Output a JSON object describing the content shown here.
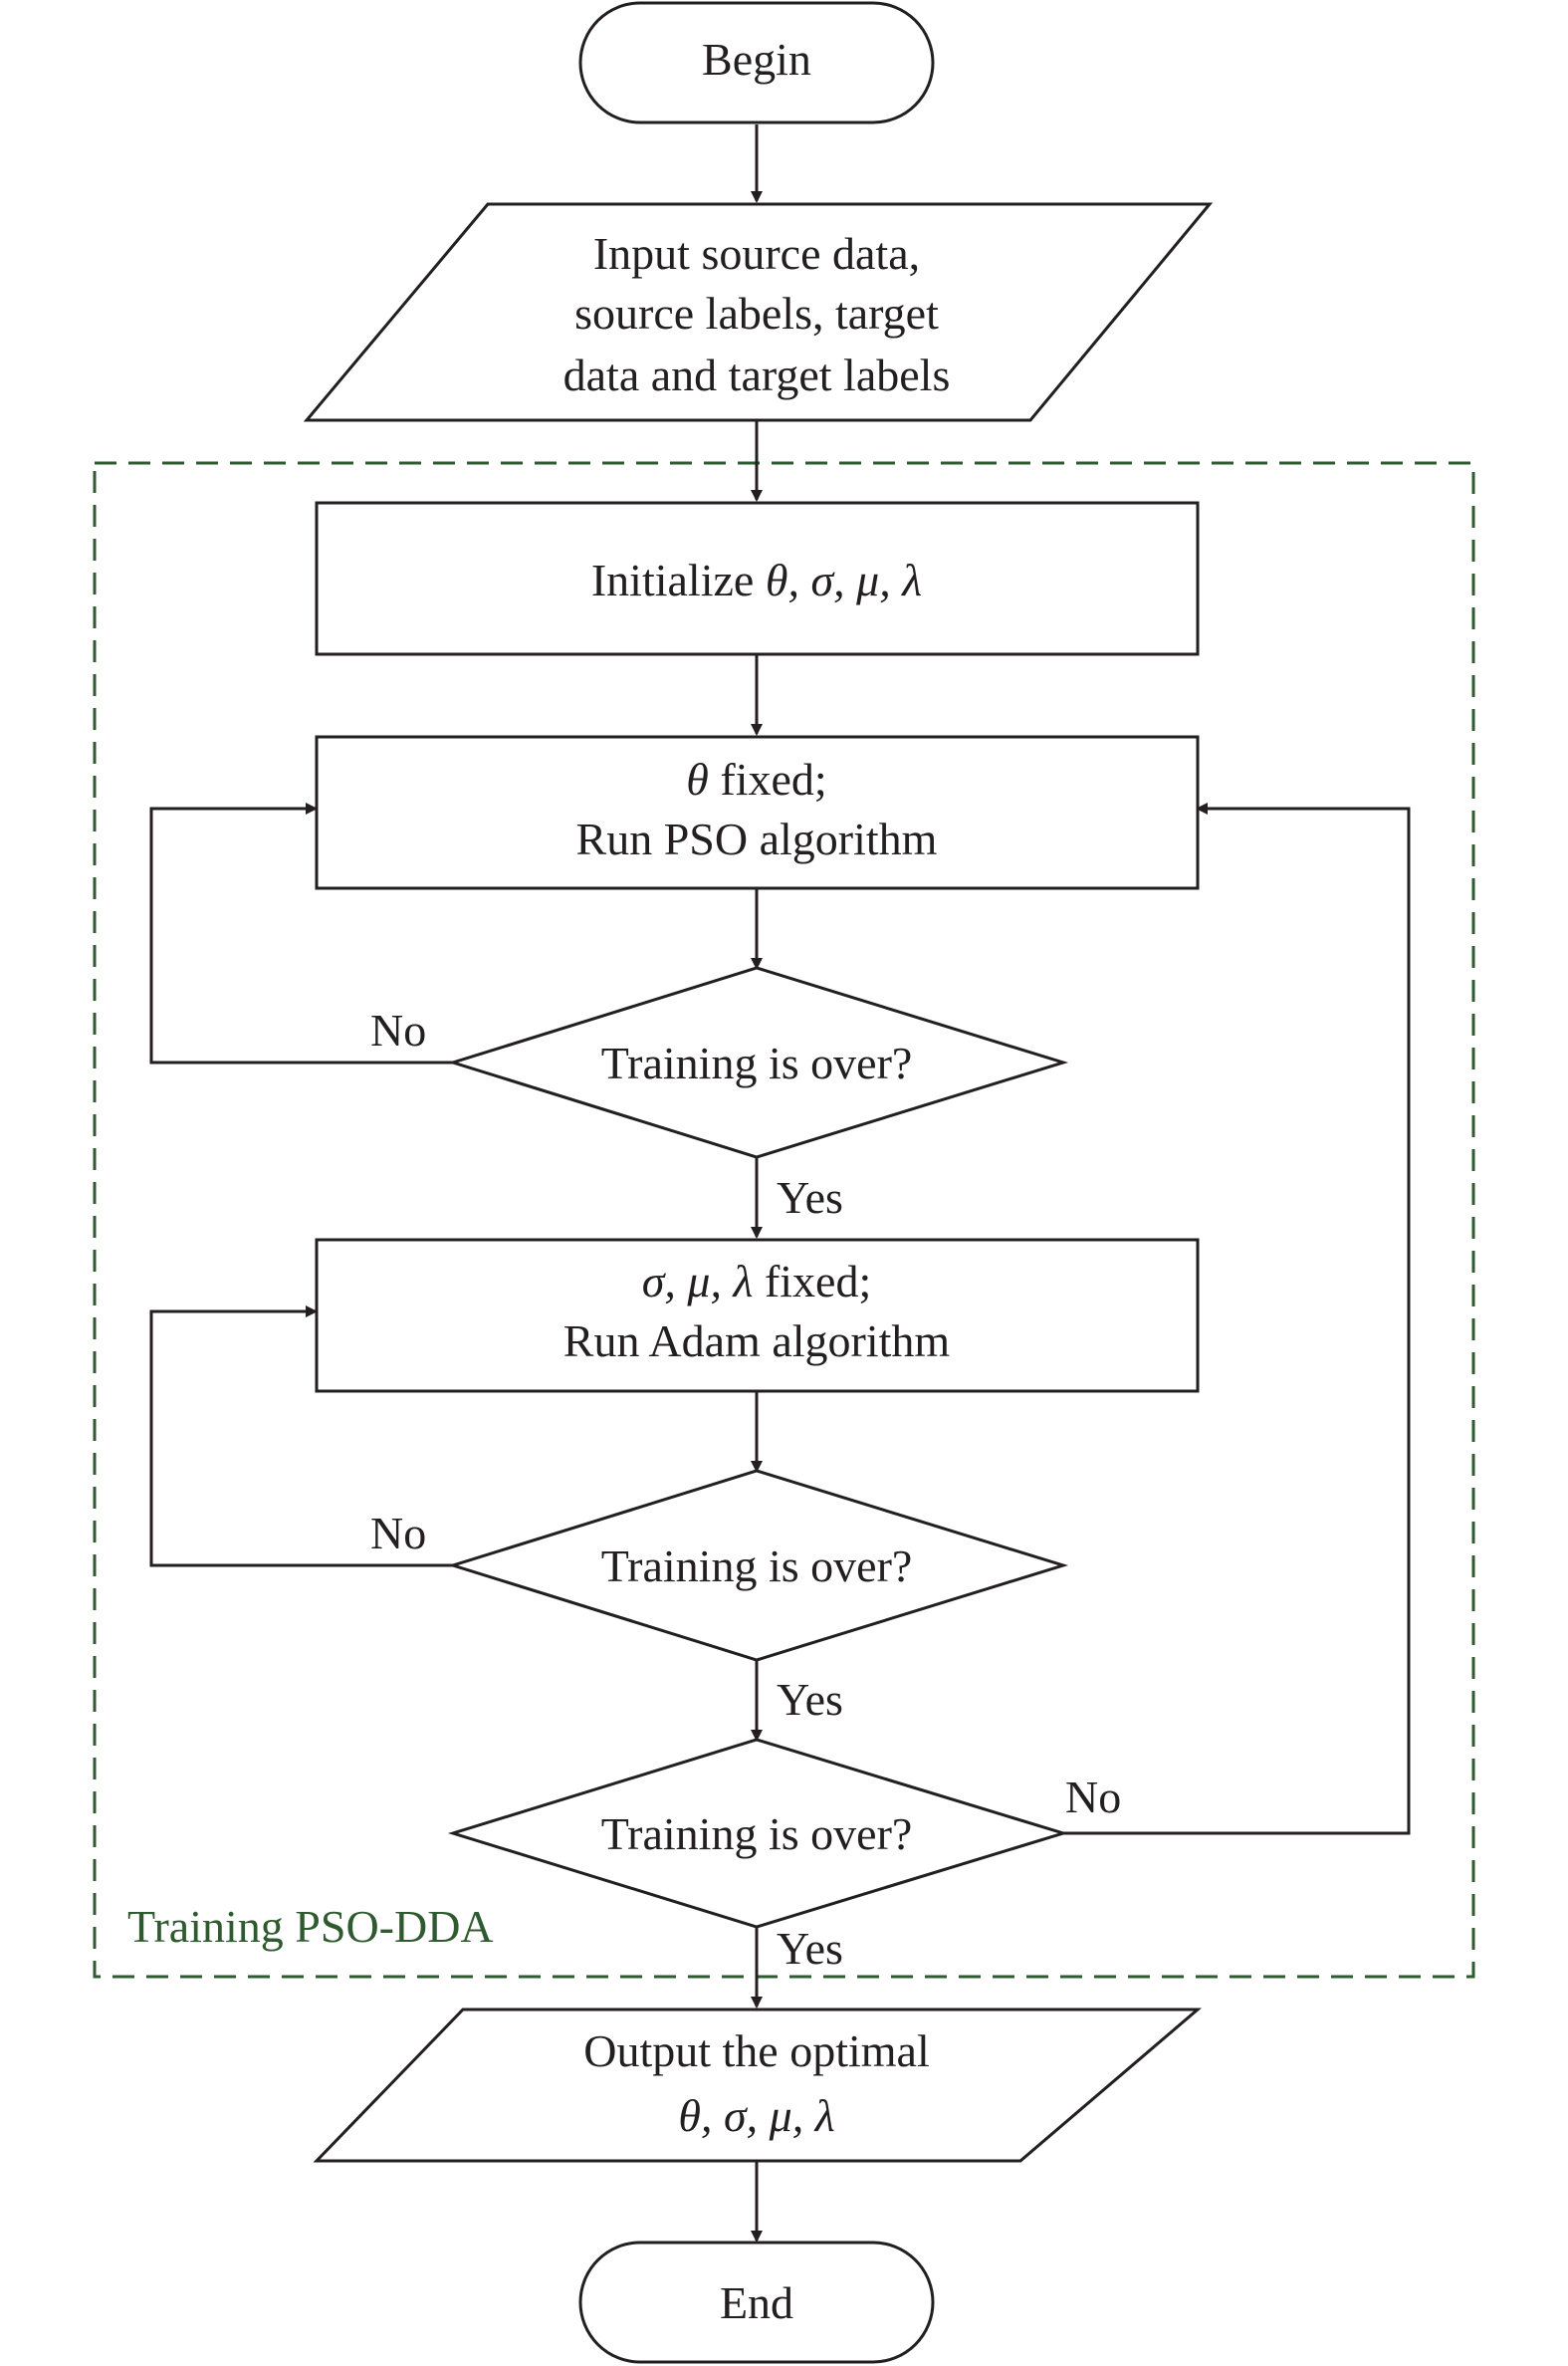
{
  "nodes": {
    "begin": "Begin",
    "input": [
      "Input source data,",
      "source labels, target",
      "data and target labels"
    ],
    "init_prefix": "Initialize ",
    "init_vars": "θ, σ, μ, λ",
    "pso_line1_var": "θ",
    "pso_line1_rest": " fixed;",
    "pso_line2": "Run PSO algorithm",
    "decision1": "Training is over?",
    "adam_line1_vars": "σ, μ, λ",
    "adam_line1_rest": " fixed;",
    "adam_line2": "Run Adam algorithm",
    "decision2": "Training is over?",
    "decision3": "Training is over?",
    "output_line1": "Output the optimal",
    "output_line2": "θ, σ, μ, λ",
    "end": "End"
  },
  "edge_labels": {
    "d1_no": "No",
    "d1_yes": "Yes",
    "d2_no": "No",
    "d2_yes": "Yes",
    "d3_no": "No",
    "d3_yes": "Yes"
  },
  "group_label": "Training PSO-DDA",
  "colors": {
    "stroke": "#231f20",
    "group": "#2f5a2f"
  }
}
